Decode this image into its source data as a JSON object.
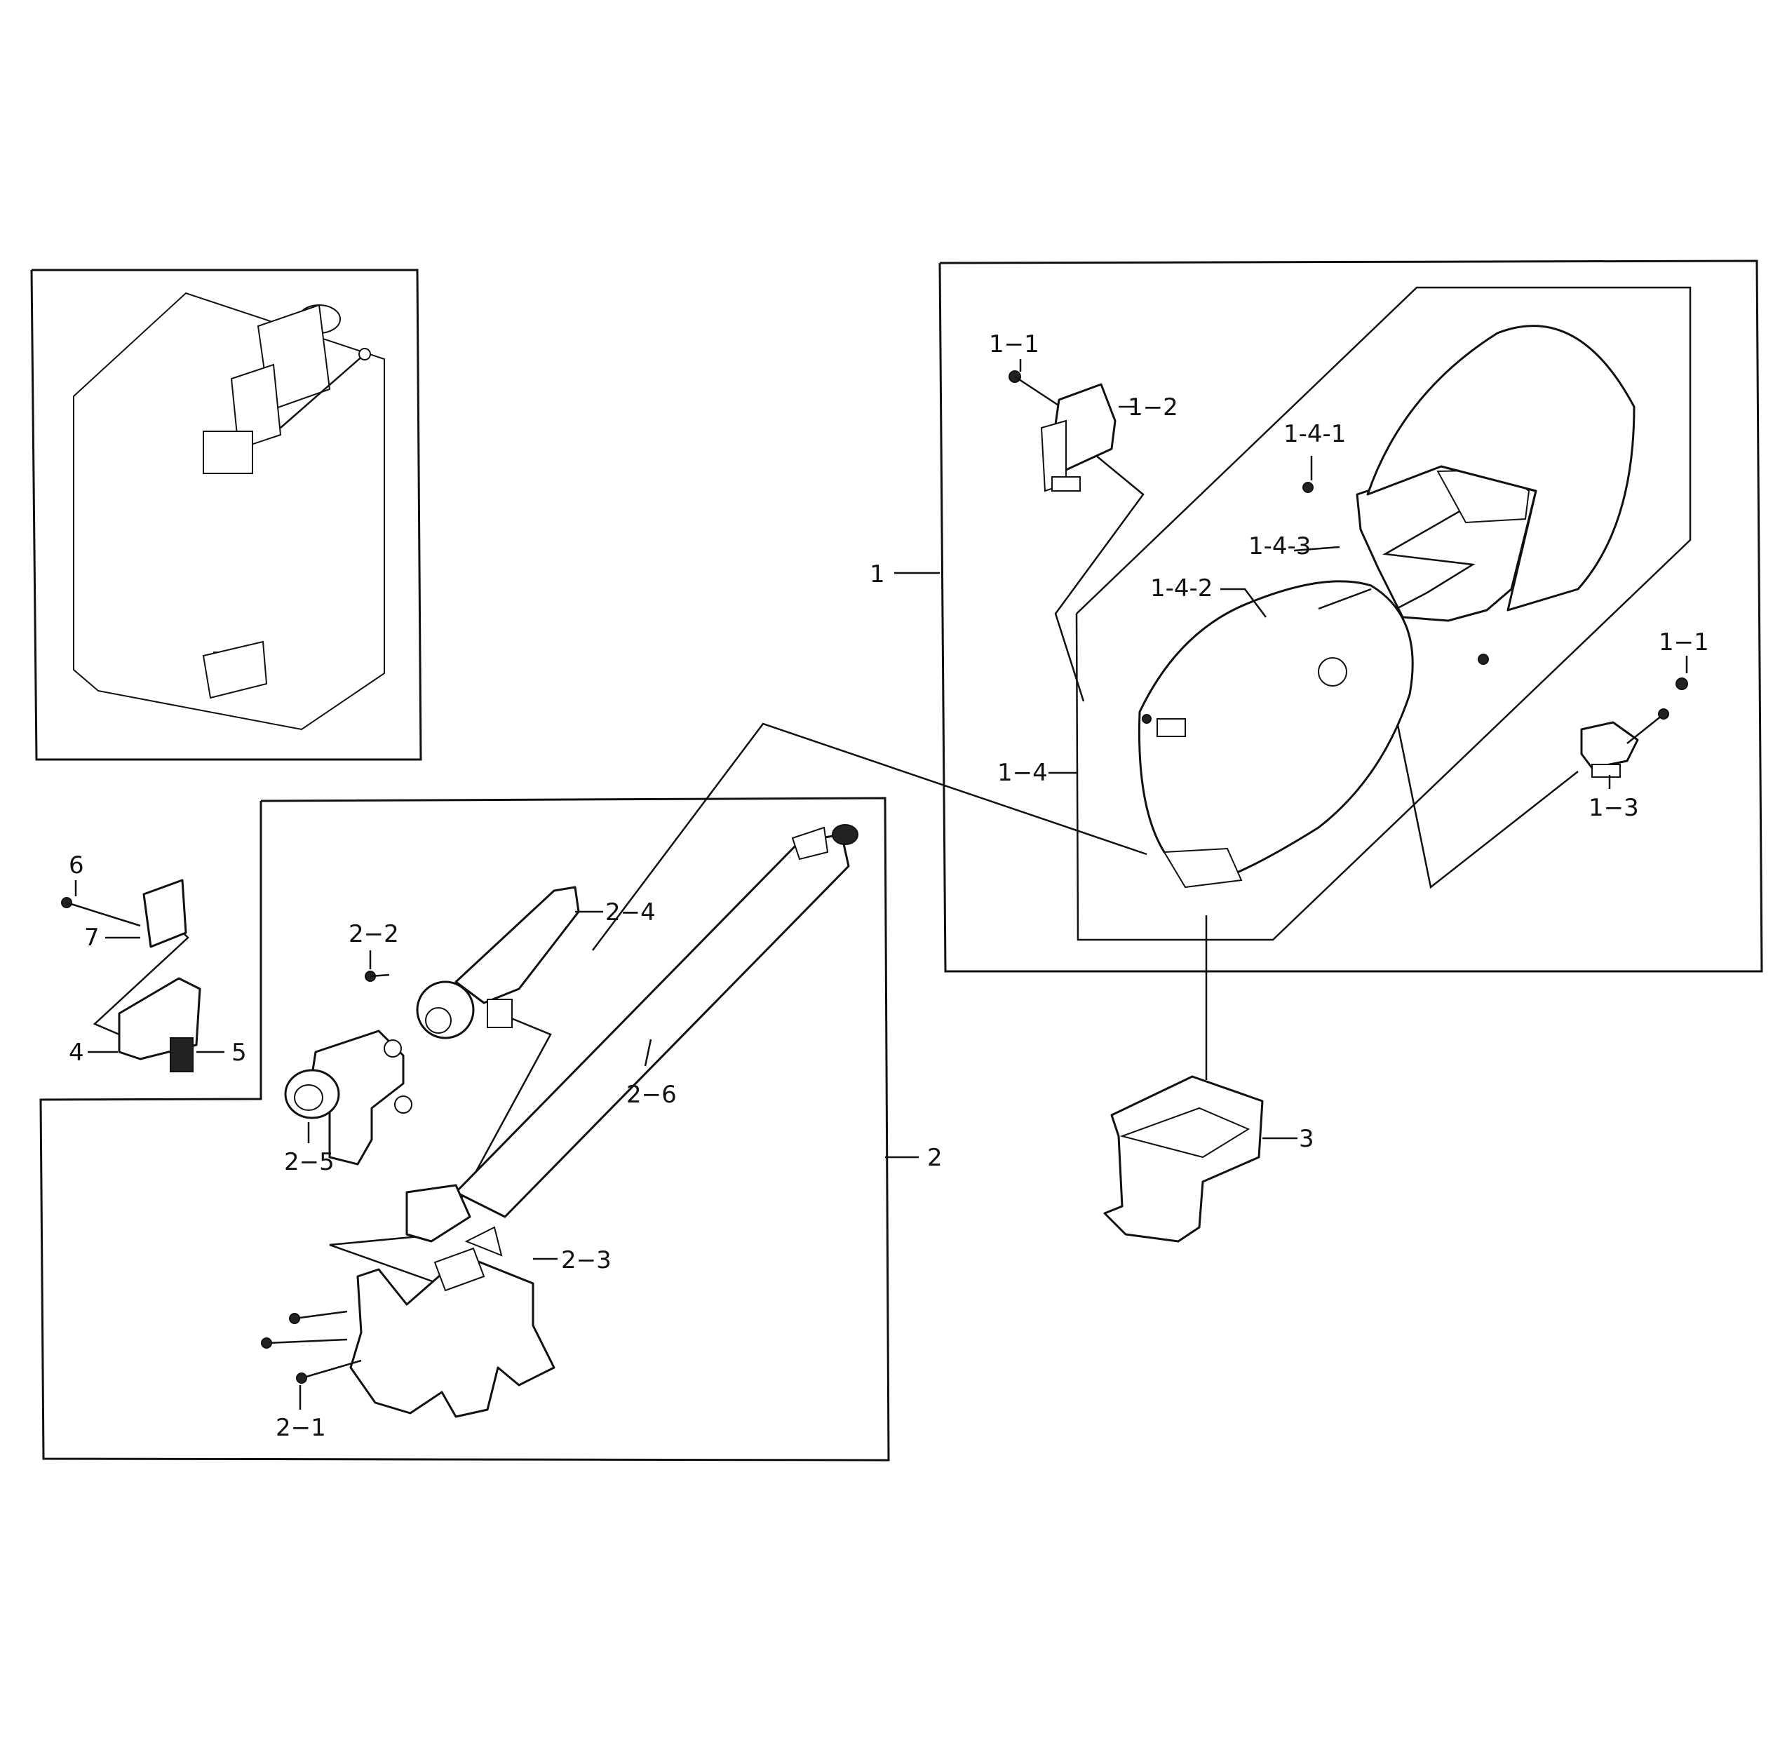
{
  "callouts": {
    "c1": "1",
    "c1_1a": "1−1",
    "c1_1b": "1−1",
    "c1_2": "1−2",
    "c1_3": "1−3",
    "c1_4": "1−4",
    "c1_4_1": "1-4-1",
    "c1_4_2": "1-4-2",
    "c1_4_3": "1-4-3",
    "c2": "2",
    "c2_1": "2−1",
    "c2_2": "2−2",
    "c2_3": "2−3",
    "c2_4": "2−4",
    "c2_5": "2−5",
    "c2_6": "2−6",
    "c3": "3",
    "c4": "4",
    "c5": "5",
    "c6": "6",
    "c7": "7"
  },
  "colors": {
    "line": "#111111",
    "background": "#ffffff"
  },
  "icons": [
    "gas-burner-assembly-overview",
    "combustion-chamber-duct",
    "ignitor",
    "gas-valve",
    "burner-tube",
    "flame-sensor",
    "mounting-bracket",
    "screw"
  ]
}
